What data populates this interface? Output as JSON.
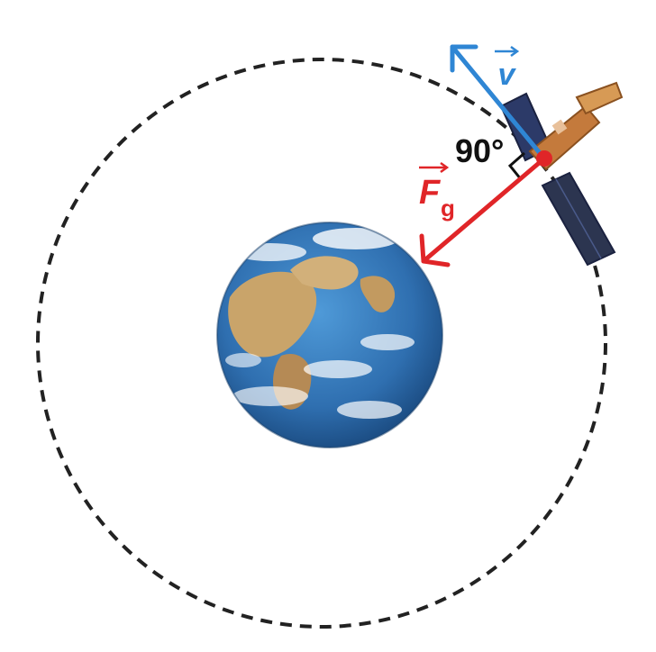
{
  "labels": {
    "angle": "90°",
    "velocity_symbol": "v",
    "force_symbol": "F",
    "force_subscript": "g"
  },
  "colors": {
    "velocity": "#2f86d4",
    "force": "#e02528",
    "orbit": "#222222",
    "panel": "#2c3550",
    "satellite_body": "#c47a3c",
    "ocean": "#2f6fb0",
    "land": "#c9a46a",
    "cloud": "#ffffff"
  },
  "icons": {
    "planet": "earth-icon",
    "satellite": "satellite-icon"
  }
}
